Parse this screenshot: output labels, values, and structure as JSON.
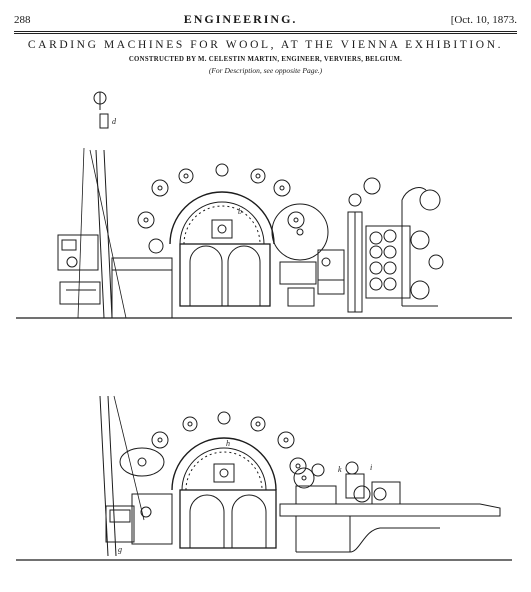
{
  "header": {
    "page_number": "288",
    "journal": "ENGINEERING.",
    "date": "[Oct. 10, 1873."
  },
  "article": {
    "title": "CARDING MACHINES FOR WOOL, AT THE VIENNA EXHIBITION.",
    "subtitle": "CONSTRUCTED BY M. CELESTIN MARTIN, ENGINEER, VERVIERS, BELGIUM.",
    "note": "(For Description, see opposite Page.)"
  },
  "figure_labels": {
    "upper_d": "d",
    "upper_b": "b",
    "lower_h": "h",
    "lower_k": "k",
    "lower_i": "i",
    "lower_g": "g"
  }
}
